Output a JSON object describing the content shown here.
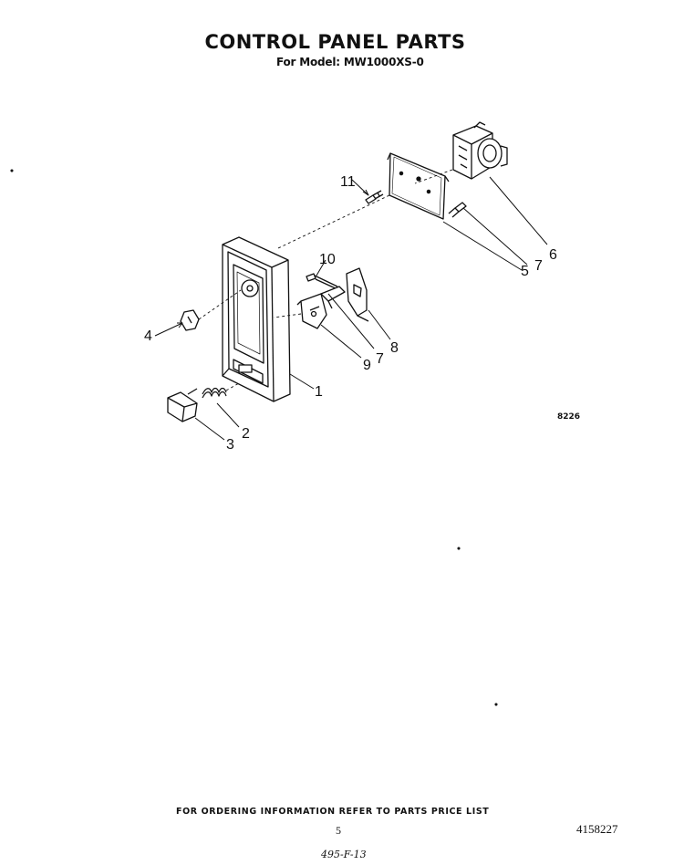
{
  "header": {
    "title": "CONTROL PANEL PARTS",
    "subtitle": "For Model: MW1000XS-0"
  },
  "diagram": {
    "reference_code": "8226",
    "callouts": [
      "1",
      "2",
      "3",
      "4",
      "5",
      "6",
      "7",
      "7",
      "8",
      "9",
      "10",
      "11"
    ],
    "parts": [
      "control-panel",
      "spring",
      "button",
      "knob",
      "screw",
      "timer",
      "bracket-plate",
      "bracket",
      "clip",
      "screw-10",
      "screw-11"
    ]
  },
  "footer": {
    "ordering_note": "FOR ORDERING INFORMATION REFER TO PARTS PRICE LIST",
    "page_number": "5",
    "part_number": "4158227",
    "handwritten_note": "495-F-13"
  }
}
